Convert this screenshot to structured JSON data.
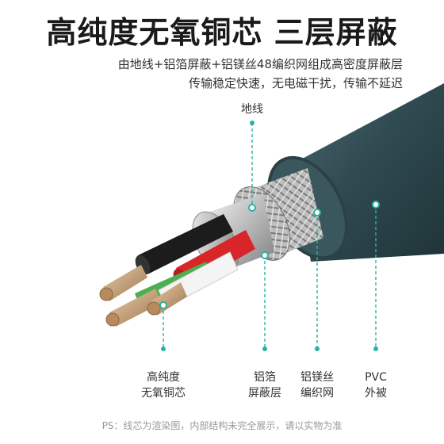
{
  "headline": "高纯度无氧铜芯  三层屏蔽",
  "description": {
    "line1": "由地线+铝箔屏蔽+铝镁丝48编织网组成高密度屏蔽层",
    "line2": "传输稳定快速，无电磁干扰，传输不延迟"
  },
  "labels": {
    "ground_wire": "地线",
    "copper_core": [
      "高纯度",
      "无氧铜芯"
    ],
    "foil_shield": [
      "铝箔",
      "屏蔽层"
    ],
    "braid": [
      "铝镁丝",
      "编织网"
    ],
    "jacket": [
      "PVC",
      "外被"
    ]
  },
  "footnote": "PS：线芯为渲染图，内部结构未完全展示，请以实物为准",
  "colors": {
    "jacket": "#2f4a50",
    "jacket_highlight": "#4a6870",
    "accent_teal": "#2bb3a0",
    "wire_red": "#d8252a",
    "wire_black": "#1c1c1c",
    "wire_green": "#4caf50",
    "copper": "#c9a277"
  }
}
